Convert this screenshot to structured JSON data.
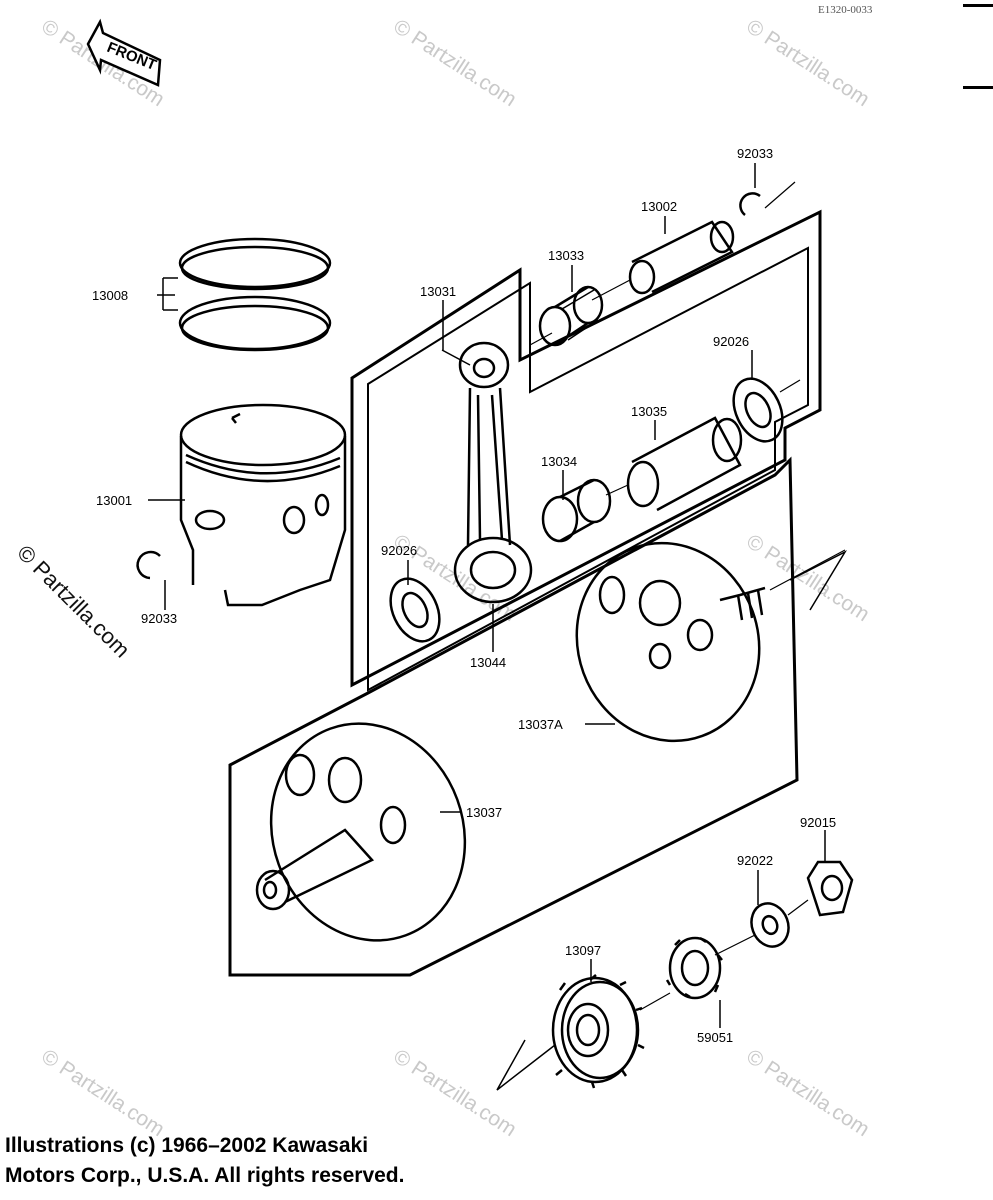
{
  "diagram_code": "E1320-0033",
  "front_label": "FRONT",
  "watermark_text": "© Partzilla.com",
  "side_watermark_text": "© Partzilla.com",
  "copyright": {
    "line1": "Illustrations (c) 1966–2002 Kawasaki",
    "line2": "Motors Corp., U.S.A.  All rights reserved."
  },
  "parts": {
    "p92033_top": "92033",
    "p13002": "13002",
    "p13033": "13033",
    "p13031": "13031",
    "p13008": "13008",
    "p92026_right": "92026",
    "p13035": "13035",
    "p13034": "13034",
    "p13001": "13001",
    "p92026_left": "92026",
    "p92033_left": "92033",
    "p13044": "13044",
    "p13037A": "13037A",
    "p13037": "13037",
    "p92015": "92015",
    "p92022": "92022",
    "p13097": "13097",
    "p59051": "59051"
  },
  "colors": {
    "line": "#000000",
    "watermark": "#c9c9c9",
    "background": "#ffffff"
  }
}
